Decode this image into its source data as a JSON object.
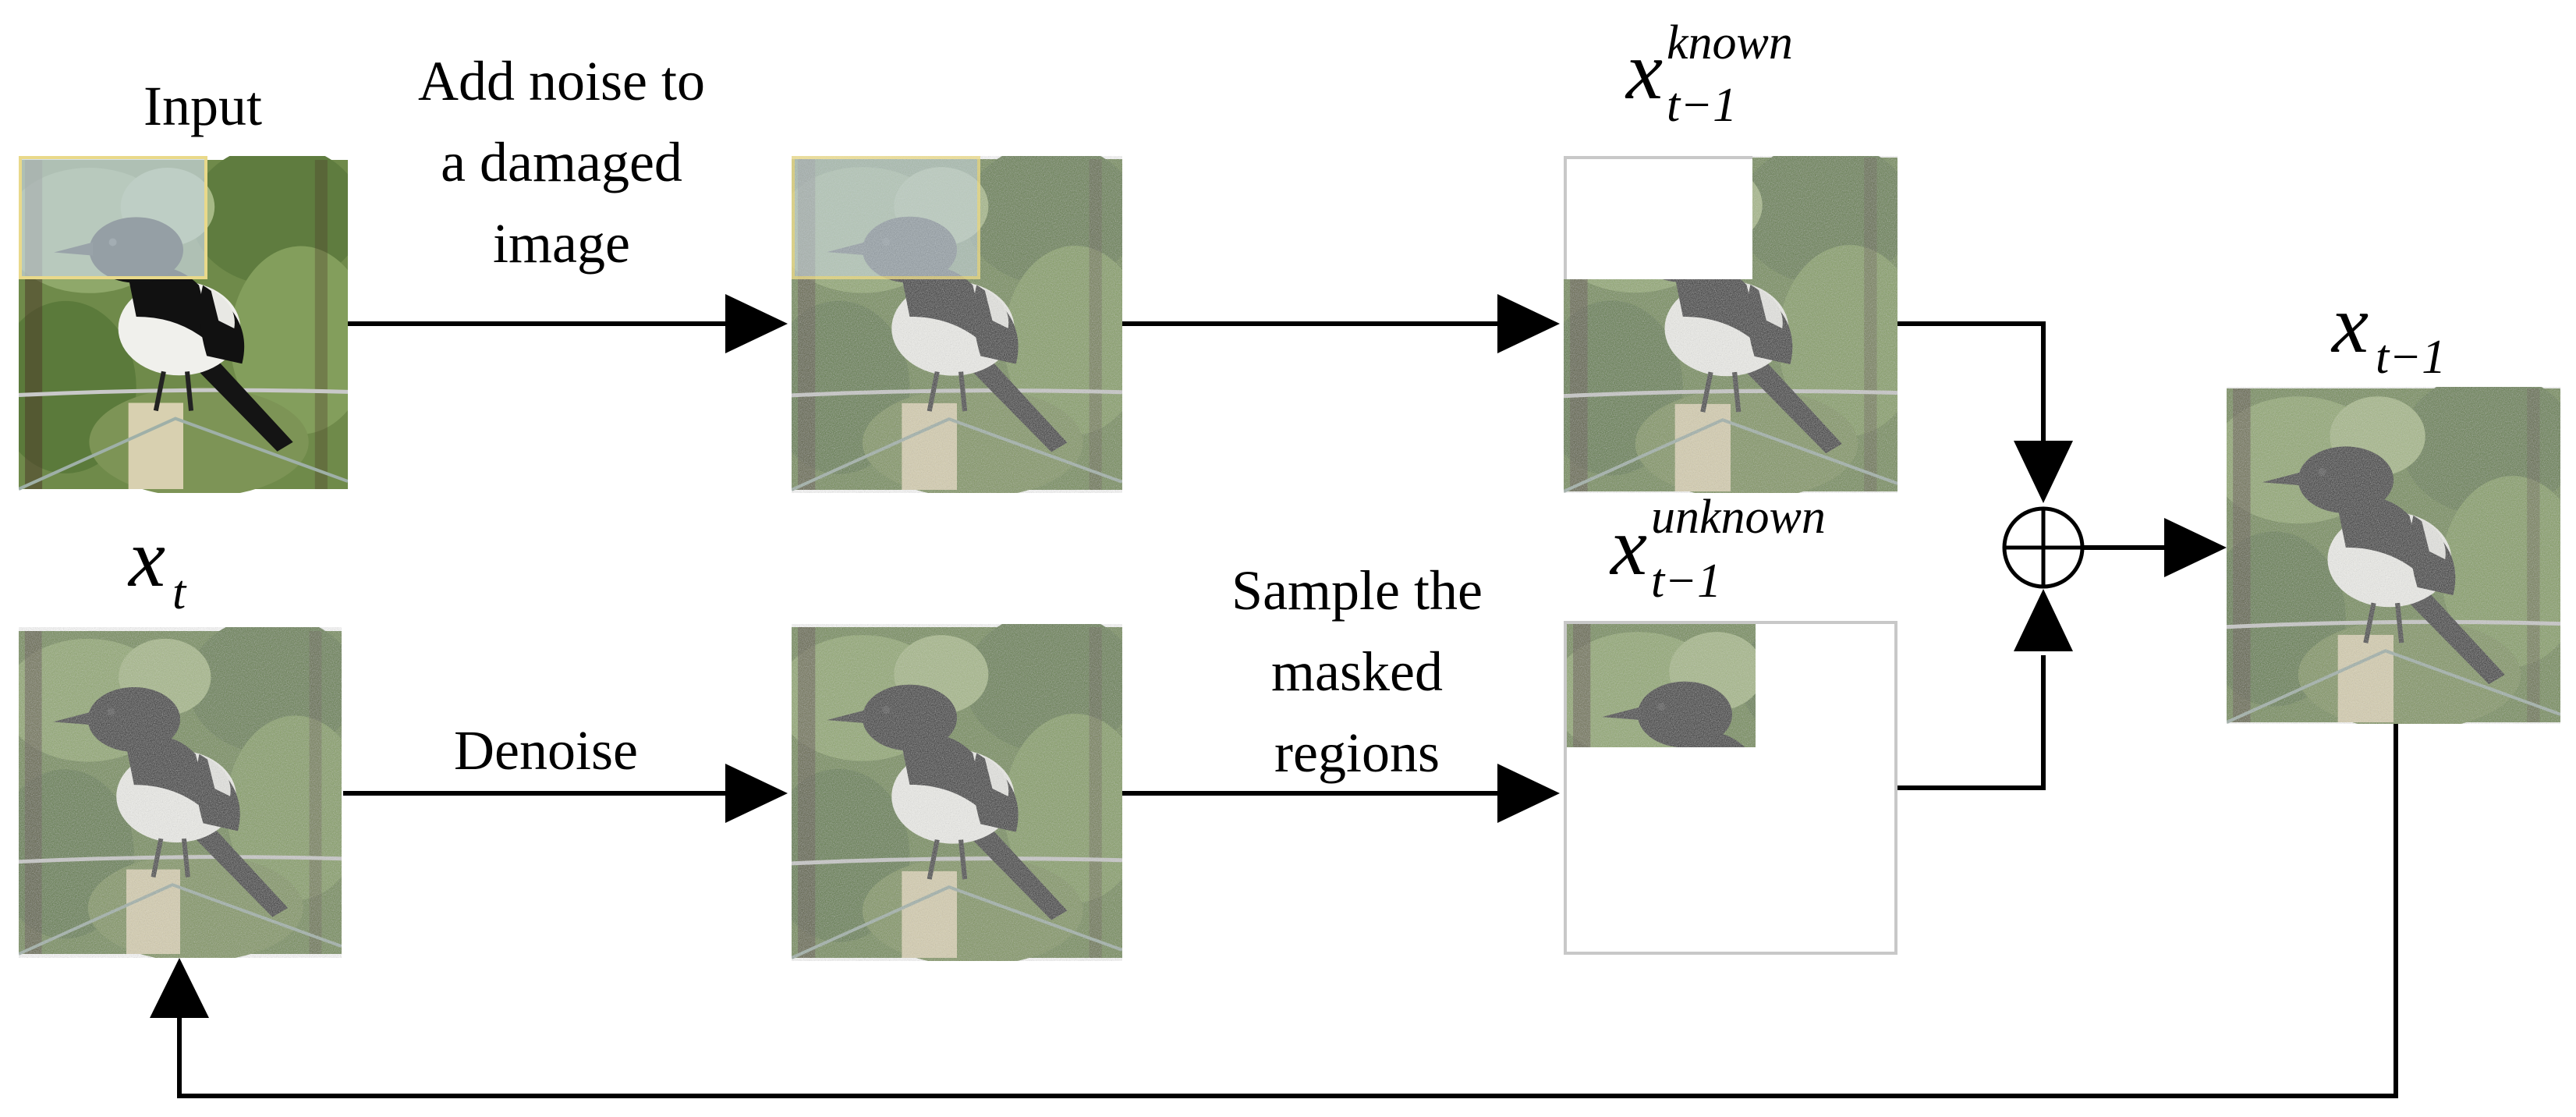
{
  "labels": {
    "input": "Input",
    "add_noise": [
      "Add noise to",
      "a damaged",
      "image"
    ],
    "denoise": "Denoise",
    "sample": [
      "Sample the",
      "masked",
      "regions"
    ]
  },
  "math": {
    "x_known": {
      "base": "x",
      "sub": "t−1",
      "sup": "known"
    },
    "x_unknown": {
      "base": "x",
      "sub": "t−1",
      "sup": "unknown"
    },
    "x_t": {
      "base": "x",
      "sub": "t"
    },
    "x_t_minus_1": {
      "base": "x",
      "sub": "t−1"
    }
  },
  "colors": {
    "line": "#000000",
    "frame": "#c8c8c8",
    "damage_border": "#e9d98a",
    "damage_fill": "#c8d6de"
  },
  "icons": {
    "combine": "circle-plus-icon"
  }
}
